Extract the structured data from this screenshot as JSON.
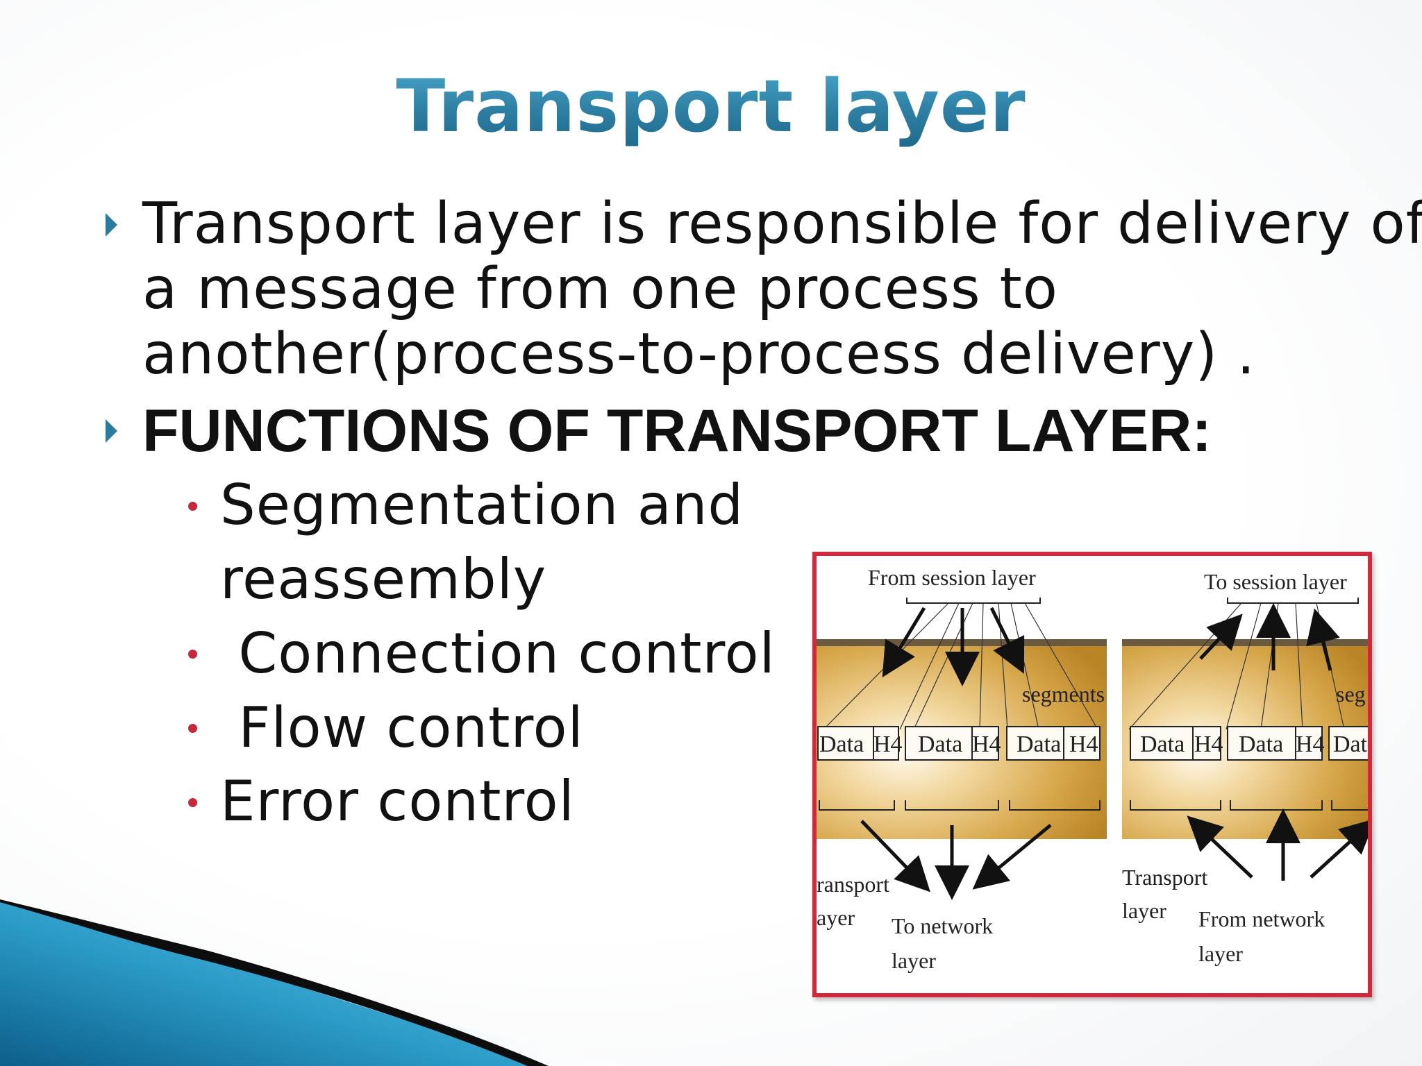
{
  "slide": {
    "title": "Transport layer",
    "bullets": [
      {
        "lines": [
          "Transport layer is responsible for delivery of",
          "a message from one process to",
          "another(process-to-process delivery) ."
        ]
      },
      {
        "lines": [
          "FUNCTIONS OF TRANSPORT LAYER:"
        ]
      }
    ],
    "sub_bullets": [
      {
        "lines": [
          "Segmentation and",
          "reassembly"
        ]
      },
      {
        "lines": [
          " Connection control"
        ]
      },
      {
        "lines": [
          " Flow control"
        ]
      },
      {
        "lines": [
          "Error control"
        ]
      }
    ]
  },
  "figure": {
    "from_session": "From session layer",
    "to_session": "To session layer",
    "segments_left": "segments",
    "segments_right": "seg",
    "data": "Data",
    "data_cut": "Dat",
    "h4": "H4",
    "transport_left_1": "ransport",
    "transport_left_2": "ayer",
    "transport_right_1": "Transport",
    "transport_right_2": "layer",
    "to_network_1": "To network",
    "to_network_2": "layer",
    "from_network_1": "From network",
    "from_network_2": "layer"
  },
  "colors": {
    "title": "#2f87ab",
    "bullet_arrow": "#2a7c9f",
    "sub_bullet_dot": "#c8283a",
    "figure_border": "#d4283a",
    "layer_band": "#c99a3a",
    "swoosh": "#1a7fae"
  }
}
